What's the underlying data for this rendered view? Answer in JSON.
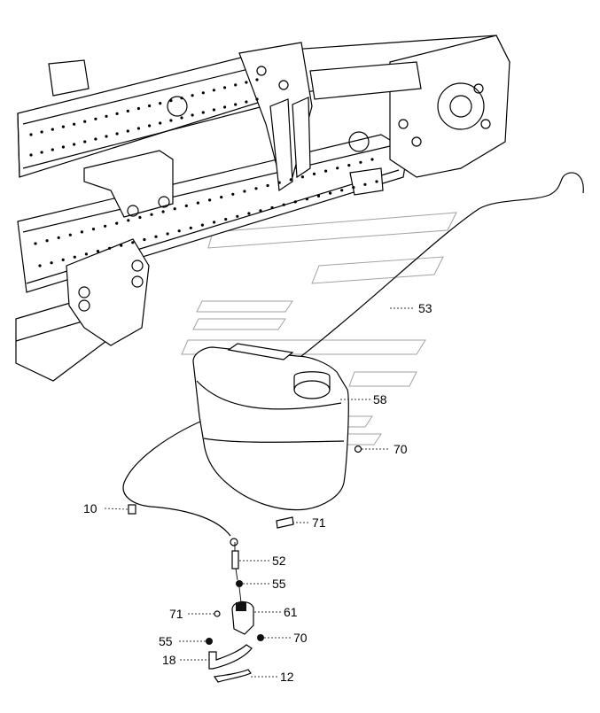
{
  "diagram": {
    "part_labels": [
      {
        "id": "53",
        "text": "53"
      },
      {
        "id": "58",
        "text": "58"
      },
      {
        "id": "70a",
        "text": "70"
      },
      {
        "id": "10",
        "text": "10"
      },
      {
        "id": "71a",
        "text": "71"
      },
      {
        "id": "52",
        "text": "52"
      },
      {
        "id": "55a",
        "text": "55"
      },
      {
        "id": "71b",
        "text": "71"
      },
      {
        "id": "61",
        "text": "61"
      },
      {
        "id": "55b",
        "text": "55"
      },
      {
        "id": "70b",
        "text": "70"
      },
      {
        "id": "18",
        "text": "18"
      },
      {
        "id": "12",
        "text": "12"
      }
    ]
  }
}
